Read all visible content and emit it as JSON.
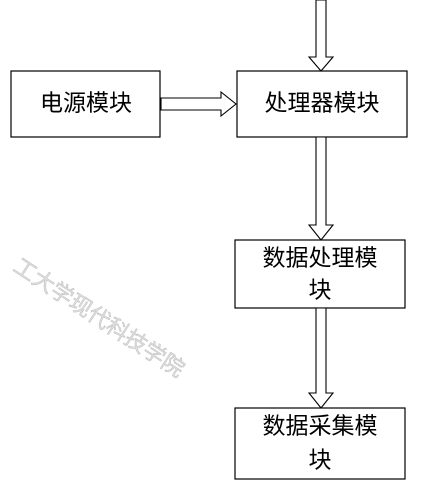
{
  "diagram": {
    "nodes": {
      "power": {
        "label": "电源模块"
      },
      "processor": {
        "label": "处理器模块"
      },
      "data_processing": {
        "line1": "数据处理模",
        "line2": "块"
      },
      "data_acquisition": {
        "line1": "数据采集模",
        "line2": "块"
      }
    },
    "watermark": "工大学现代科技学院",
    "colors": {
      "stroke": "#000000",
      "background": "#ffffff",
      "watermark": "#c8c8c8"
    }
  }
}
